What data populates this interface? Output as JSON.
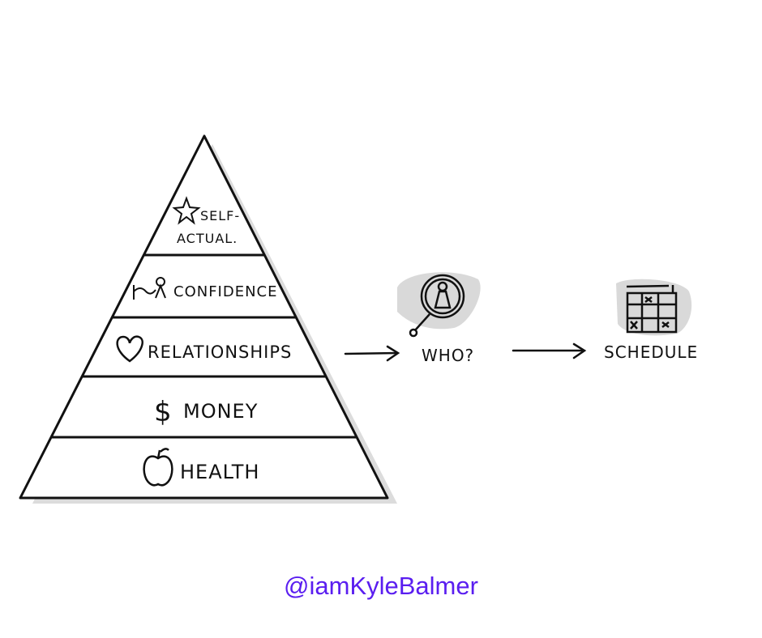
{
  "pyramid": {
    "levels": [
      {
        "label_line1": "SELF-",
        "label_line2": "ACTUAL.",
        "icon": "star-icon"
      },
      {
        "label": "CONFIDENCE",
        "icon": "person-flag-icon"
      },
      {
        "label": "RELATIONSHIPS",
        "icon": "heart-icon"
      },
      {
        "label": "MONEY",
        "icon": "dollar-icon"
      },
      {
        "label": "HEALTH",
        "icon": "apple-icon"
      }
    ]
  },
  "flow": {
    "who_label": "WHO?",
    "schedule_label": "SCHEDULE"
  },
  "handle": "@iamKyleBalmer",
  "colors": {
    "handle": "#5a1ef0",
    "shadow": "#d9d9d9",
    "ink": "#111111"
  }
}
